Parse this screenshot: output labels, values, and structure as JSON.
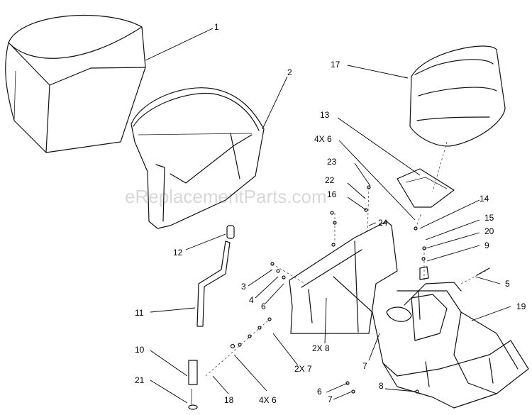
{
  "watermark": "eReplacementParts.com",
  "callouts": {
    "c1": "1",
    "c2": "2",
    "c3": "3",
    "c4": "4",
    "c5": "5",
    "c6a": "6",
    "c6b": "6",
    "c7a": "7",
    "c7b": "7",
    "c8": "8",
    "c9": "9",
    "c10": "10",
    "c11": "11",
    "c12": "12",
    "c13": "13",
    "c14": "14",
    "c15": "15",
    "c16": "16",
    "c17": "17",
    "c18": "18",
    "c19": "19",
    "c20": "20",
    "c21": "21",
    "c22": "22",
    "c23": "23",
    "c24": "24",
    "c4x6a": "4X 6",
    "c4x6b": "4X 6",
    "c2x7": "2X 7",
    "c2x8": "2X 8"
  }
}
